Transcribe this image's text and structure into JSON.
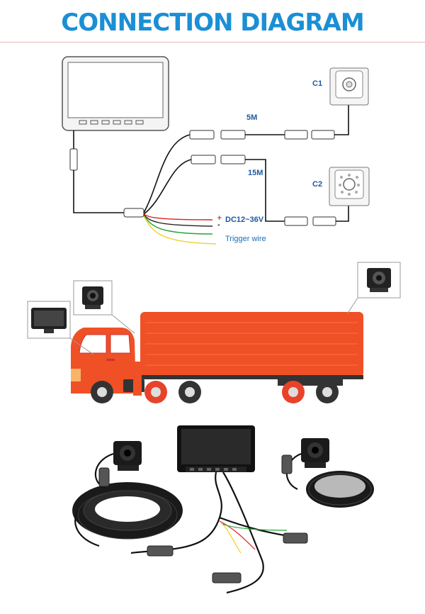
{
  "title": "CONNECTION DIAGRAM",
  "labels": {
    "c1": "C1",
    "c2": "C2",
    "cable_5m": "5M",
    "cable_15m": "15M",
    "power": "DC12~36V",
    "trigger": "Trigger wire",
    "plus": "+",
    "minus": "-"
  }
}
